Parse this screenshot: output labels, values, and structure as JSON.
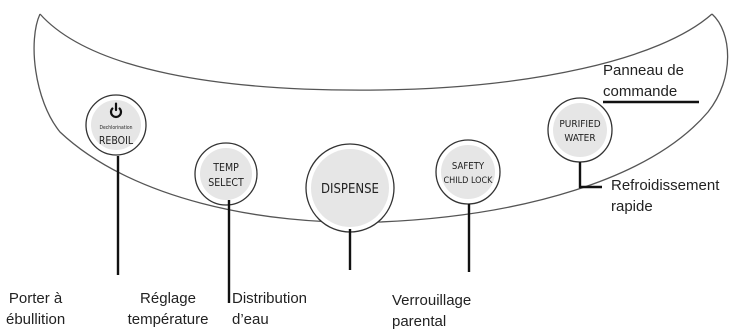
{
  "buttons": [
    {
      "id": "reboil",
      "line1": "Dechlorination",
      "line2": "REBOIL",
      "icon": "power-icon"
    },
    {
      "id": "temp",
      "line1": "TEMP",
      "line2": "SELECT"
    },
    {
      "id": "dispense",
      "line1": "DISPENSE"
    },
    {
      "id": "safety",
      "line1": "SAFETY",
      "line2": "CHILD LOCK"
    },
    {
      "id": "purified",
      "line1": "PURIFIED",
      "line2": "WATER"
    }
  ],
  "labels": {
    "panel": [
      "Panneau de",
      "commande"
    ],
    "cooling": [
      "Refroidissement",
      "rapide"
    ],
    "boil": [
      "Porter à",
      "ébullition"
    ],
    "temp": [
      "Réglage",
      "température"
    ],
    "dispense": [
      "Distribution",
      "d’eau"
    ],
    "lock": [
      "Verrouillage",
      "parental"
    ]
  }
}
